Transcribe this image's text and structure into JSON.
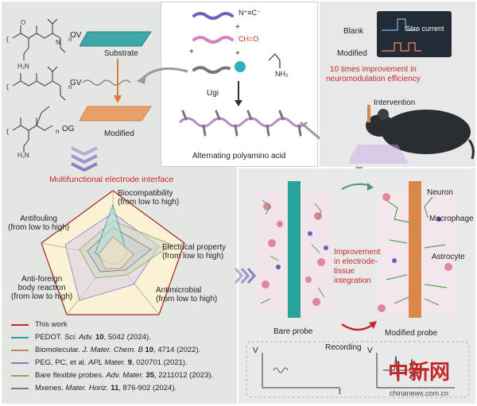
{
  "left_panel": {
    "polymers": [
      {
        "label": "OV"
      },
      {
        "label": "GV"
      },
      {
        "label": "OG"
      }
    ],
    "substrate_label": "Substrate",
    "modified_label": "Modified",
    "interface_title": "Multifunctional electrode interface"
  },
  "radar": {
    "axes": [
      {
        "line1": "Biocompatibility",
        "line2": "(from low to high)"
      },
      {
        "line1": "Electrical property",
        "line2": "(from low to high)"
      },
      {
        "line1": "Antimicrobial",
        "line2": "(from low to high)"
      },
      {
        "line1": "Anti-foreign",
        "line2": "body reaction",
        "line3": "(from low to high)"
      },
      {
        "line1": "Antifouling",
        "line2": "(from low to high)"
      }
    ]
  },
  "legend": [
    {
      "color": "#c62828",
      "pre": "This work",
      "journal": "",
      "vol": "",
      "post": ""
    },
    {
      "color": "#2e9e8e",
      "pre": "PEDOT. ",
      "journal": "Sci. Adv.",
      "vol": "10",
      "post": ", 5042 (2024)."
    },
    {
      "color": "#b88a5a",
      "pre": "Biomolecular. ",
      "journal": "J. Mater. Chem. B",
      "vol": "10",
      "post": ", 4714 (2022)."
    },
    {
      "color": "#8e7cc3",
      "pre": "PEG, PC, et al. ",
      "journal": "APL Mater.",
      "vol": "9",
      "post": ", 020701 (2021)."
    },
    {
      "color": "#9aa05a",
      "pre": "Bare flexible probes. ",
      "journal": "Adv. Mater.",
      "vol": "35",
      "post": ", 2211012 (2023)."
    },
    {
      "color": "#7a7a7a",
      "pre": "Mxenes. ",
      "journal": "Mater. Horiz.",
      "vol": "11",
      "post": ", 876-902 (2024)."
    }
  ],
  "center_panel": {
    "reagent_1": "N⁺≡C⁻",
    "plus": "+",
    "reagent_2": "CH=O",
    "reagent_4": "NH₂",
    "reaction": "Ugi",
    "product_label": "Alternating polyamino acid"
  },
  "right_panel": {
    "blank_label": "Blank",
    "modified_label": "Modified",
    "stim_label": "Stim current",
    "improvement_line1": "10 times improvement in",
    "improvement_line2": "neuromodulation efficiency",
    "intervention_label": "Intervention"
  },
  "bottom_right": {
    "neuron_label": "Neuron",
    "macrophage_label": "Macrophage",
    "astrocyte_label": "Astrocyte",
    "integration_line1": "Improvement",
    "integration_line2": "in electrode-",
    "integration_line3": "tissue",
    "integration_line4": "integration",
    "bare_probe_label": "Bare probe",
    "modified_probe_label": "Modified probe",
    "recording_label": "Recording",
    "v_axis_label": "V",
    "t_axis_label": "t"
  },
  "watermark": {
    "chinese": "中新网",
    "url": "chinanews.com.cn"
  },
  "colors": {
    "accent_red": "#c62828",
    "substrate_teal": "#3fa7a8",
    "modified_orange": "#e8a06a",
    "teal_probe": "#27a39a",
    "orange_probe": "#d9874a"
  }
}
